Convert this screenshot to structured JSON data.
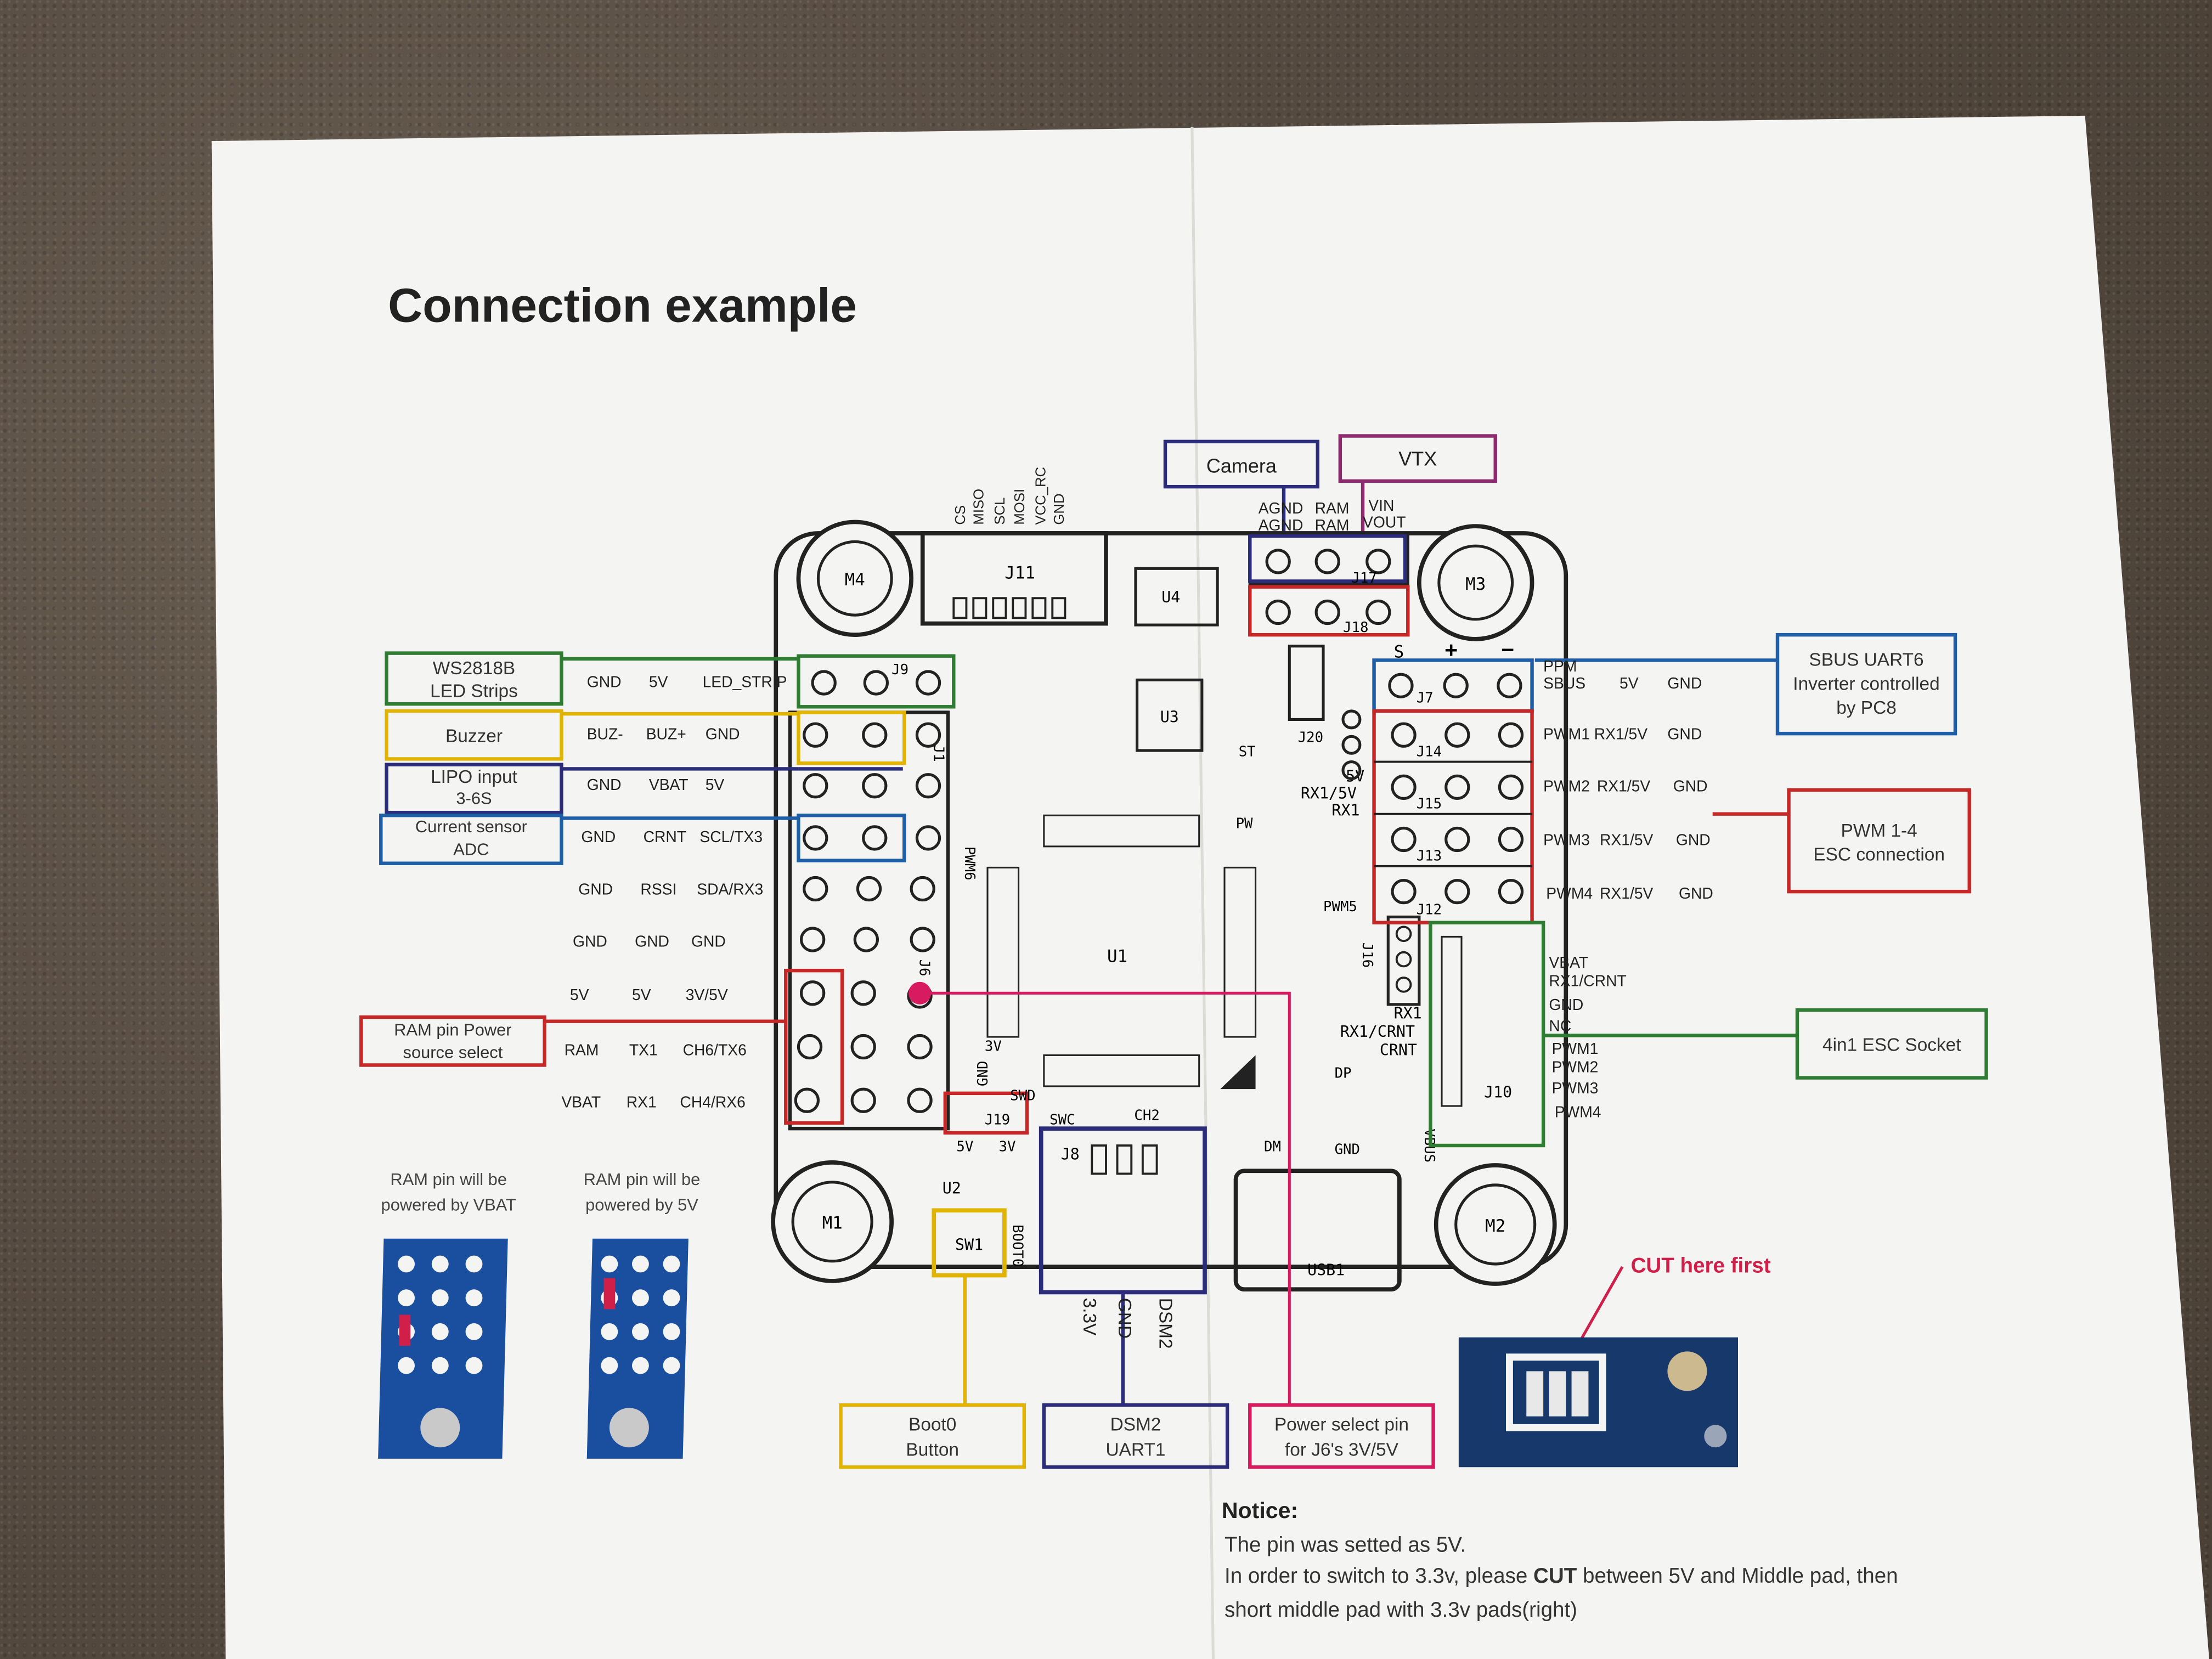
{
  "title": "Connection example",
  "callouts": {
    "camera": "Camera",
    "vtx": "VTX",
    "ws2818b": [
      "WS2818B",
      "LED Strips"
    ],
    "buzzer": "Buzzer",
    "lipo": [
      "LIPO input",
      "3-6S"
    ],
    "current": [
      "Current sensor",
      "ADC"
    ],
    "ram_power": [
      "RAM pin Power",
      "source select"
    ],
    "sbus": [
      "SBUS UART6",
      "Inverter controlled",
      "by PC8"
    ],
    "pwm14": [
      "PWM 1-4",
      "ESC connection"
    ],
    "esc_socket": "4in1 ESC Socket",
    "boot0": [
      "Boot0",
      "Button"
    ],
    "dsm2": [
      "DSM2",
      "UART1"
    ],
    "power_select": [
      "Power select pin",
      "for J6's 3V/5V"
    ],
    "cut_here": "CUT here first"
  },
  "left_rows": [
    [
      "GND",
      "5V",
      "LED_STRIP"
    ],
    [
      "BUZ-",
      "BUZ+",
      "GND"
    ],
    [
      "GND",
      "VBAT",
      "5V"
    ],
    [
      "GND",
      "CRNT",
      "SCL/TX3"
    ],
    [
      "GND",
      "RSSI",
      "SDA/RX3"
    ],
    [
      "GND",
      "GND",
      "GND"
    ],
    [
      "5V",
      "5V",
      "3V/5V"
    ],
    [
      "RAM",
      "TX1",
      "CH6/TX6"
    ],
    [
      "VBAT",
      "RX1",
      "CH4/RX6"
    ]
  ],
  "right_rows": [
    [
      "PPM",
      "SBUS",
      "5V",
      "GND"
    ],
    [
      "PWM1",
      "RX1/5V",
      "GND"
    ],
    [
      "PWM2",
      "RX1/5V",
      "GND"
    ],
    [
      "PWM3",
      "RX1/5V",
      "GND"
    ],
    [
      "PWM4",
      "RX1/5V",
      "GND"
    ]
  ],
  "top_pins": [
    "CS",
    "MISO",
    "SCL",
    "MOSI",
    "VCC_RC",
    "GND"
  ],
  "vtx_pins": [
    "AGND",
    "AGND",
    "RAM",
    "RAM",
    "VIN",
    "VOUT"
  ],
  "esc_pins": [
    "VBAT",
    "RX1/CRNT",
    "GND",
    "NC",
    "PWM1",
    "PWM2",
    "PWM3",
    "PWM4"
  ],
  "board_labels": {
    "m1": "M1",
    "m2": "M2",
    "m3": "M3",
    "m4": "M4",
    "j1": "J1",
    "j6": "J6",
    "j7": "J7",
    "j8": "J8",
    "j9": "J9",
    "j10": "J10",
    "j11": "J11",
    "j12": "J12",
    "j13": "J13",
    "j14": "J14",
    "j15": "J15",
    "j16": "J16",
    "j17": "J17",
    "j18": "J18",
    "j19": "J19",
    "j20": "J20",
    "u1": "U1",
    "u2": "U2",
    "u3": "U3",
    "u4": "U4",
    "sw1": "SW1",
    "usb1": "USB1",
    "boot0": "BOOT0",
    "pwm5": "PWM5",
    "pwm6": "PWM6",
    "rx1_crnt": [
      "RX1",
      "RX1/CRNT",
      "CRNT"
    ],
    "j19_pins": [
      "5V",
      "3V"
    ],
    "dsm2_pins": [
      "DSM2",
      "GND",
      "3.3V"
    ],
    "s_plus_minus": [
      "S",
      "+",
      "−"
    ],
    "rx1_5v": [
      "5V",
      "RX1/5V",
      "RX1"
    ],
    "misc": [
      "3V",
      "GND",
      "SWD",
      "SWC",
      "CH2",
      "DM",
      "DP",
      "GND",
      "VBUS",
      "ST",
      "PW"
    ]
  },
  "ram_notes": {
    "vbat": [
      "RAM pin will be",
      "powered by VBAT"
    ],
    "fivev": [
      "RAM pin will be",
      "powered by 5V"
    ]
  },
  "notice": {
    "heading": "Notice:",
    "line1": "The pin was setted as 5V.",
    "line2_pre": "In order to switch to 3.3v, please ",
    "line2_bold": "CUT",
    "line2_post": " between 5V and Middle pad, then",
    "line3": "short middle pad with 3.3v pads(right)"
  },
  "colors": {
    "green": "#2e7d32",
    "yellow": "#e0b400",
    "navy": "#2b2d7a",
    "blue": "#1f5fa8",
    "red": "#c62828",
    "purple": "#8e2a6e",
    "pink": "#d81b60",
    "cut_red": "#d0204a"
  }
}
